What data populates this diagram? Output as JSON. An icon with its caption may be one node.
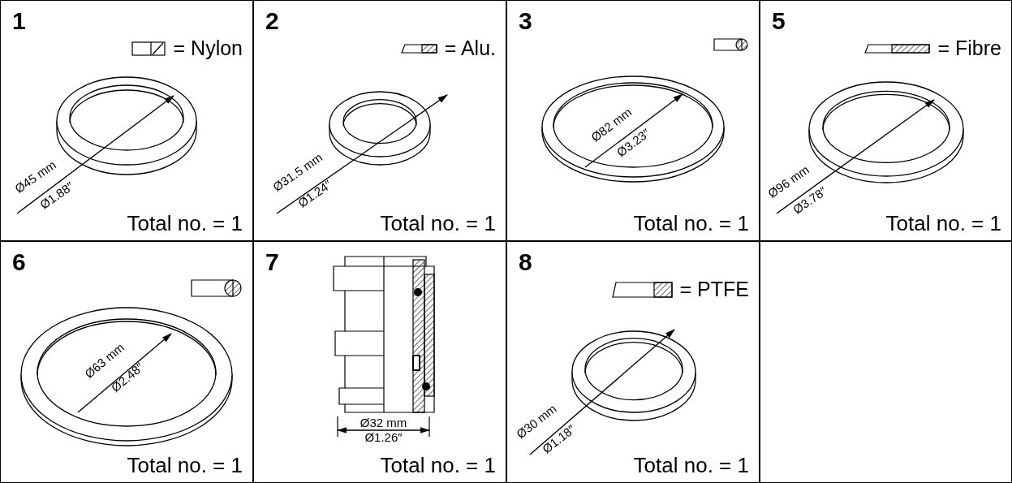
{
  "diagram": {
    "nodes": [
      {
        "text": [
          "1",
          "= Nylon",
          "Total no. = 1"
        ]
      },
      {
        "text": [
          "2",
          "= Alu.",
          "Total no. = 1"
        ]
      },
      {
        "text": [
          "3",
          "Total no. = 1"
        ]
      },
      {
        "text": [
          "5",
          "= Fibre",
          "Total no. = 1"
        ]
      },
      {
        "text": [
          "6",
          "Total no. = 1"
        ]
      },
      {
        "text": [
          "7",
          "Total no. = 1"
        ]
      },
      {
        "text": [
          "8",
          "= PTFE",
          "Total no. = 1"
        ]
      },
      {
        "text": [],
        "shape": "box"
      }
    ],
    "edges": [],
    "labels": [
      "Ø45 mm",
      "Ø1.88″",
      "Ø31.5 mm",
      "Ø1.24″",
      "Ø82 mm",
      "Ø3.23″",
      "Ø96 mm",
      "Ø3.78″",
      "Ø63 mm",
      "Ø2.48″",
      "Ø32 mm",
      "Ø1.26″",
      "Ø30 mm",
      "Ø1.18″"
    ]
  }
}
